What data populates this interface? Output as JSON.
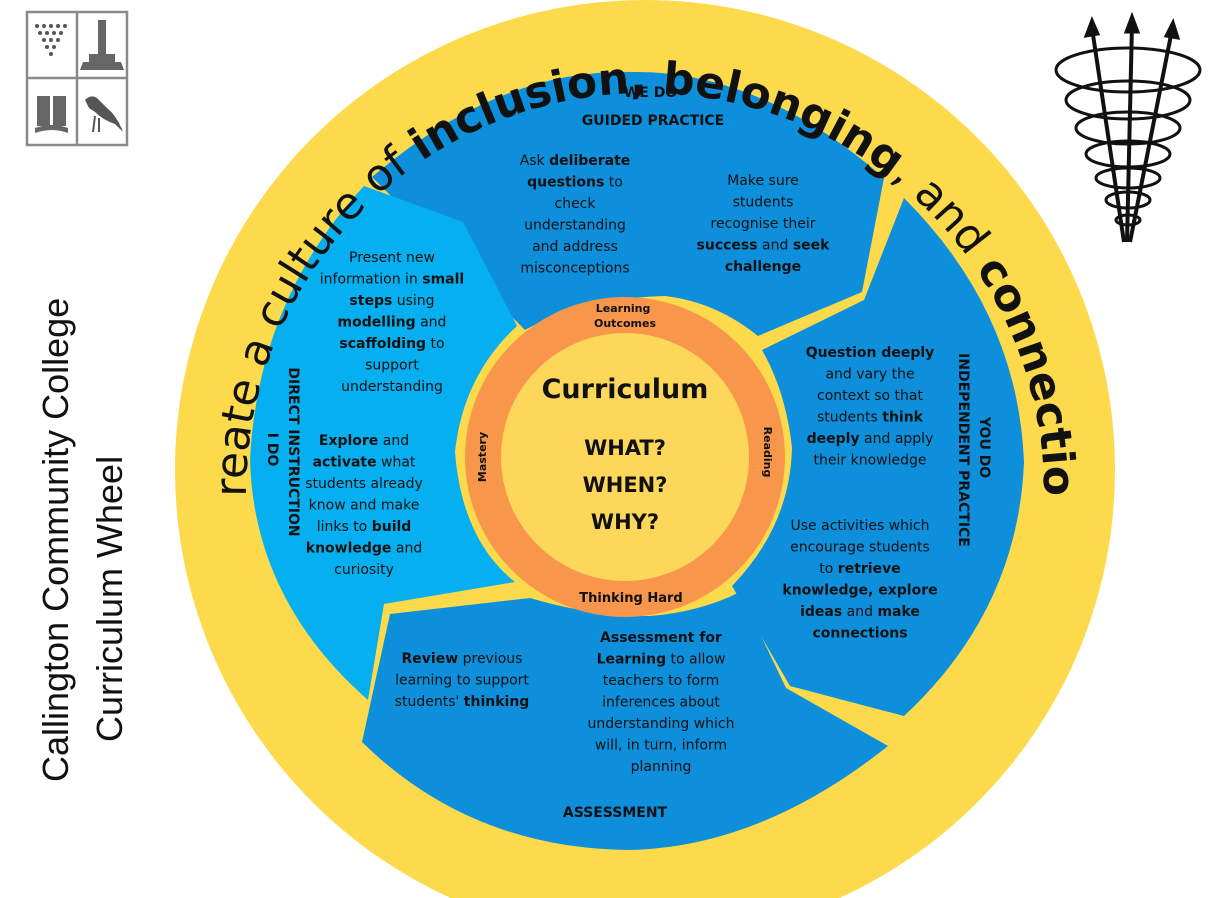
{
  "side_title": {
    "line1": "Callington Community College",
    "line2": "Curriculum Wheel"
  },
  "ring_text": [
    {
      "text": "Create a culture of ",
      "weight": "light"
    },
    {
      "text": "inclusion, belonging",
      "weight": "bold"
    },
    {
      "text": ", and ",
      "weight": "light"
    },
    {
      "text": "connection",
      "weight": "bold"
    }
  ],
  "segments": {
    "we_do": {
      "heading": [
        "WE DO",
        "GUIDED PRACTICE"
      ],
      "col1": [
        [
          {
            "t": "Ask "
          },
          {
            "t": "deliberate",
            "b": true
          }
        ],
        [
          {
            "t": "questions",
            "b": true
          },
          {
            "t": " to"
          }
        ],
        [
          {
            "t": "check"
          }
        ],
        [
          {
            "t": "understanding"
          }
        ],
        [
          {
            "t": "and address"
          }
        ],
        [
          {
            "t": "misconceptions"
          }
        ]
      ],
      "col2": [
        [
          {
            "t": "Make sure"
          }
        ],
        [
          {
            "t": "students"
          }
        ],
        [
          {
            "t": "recognise their"
          }
        ],
        [
          {
            "t": "success",
            "b": true
          },
          {
            "t": " and "
          },
          {
            "t": "seek",
            "b": true
          }
        ],
        [
          {
            "t": "challenge",
            "b": true
          }
        ]
      ]
    },
    "i_do": {
      "heading": [
        "I DO",
        "DIRECT INSTRUCTION"
      ],
      "block1": [
        [
          {
            "t": "Present new"
          }
        ],
        [
          {
            "t": "information in "
          },
          {
            "t": "small",
            "b": true
          }
        ],
        [
          {
            "t": "steps",
            "b": true
          },
          {
            "t": " using"
          }
        ],
        [
          {
            "t": "modelling",
            "b": true
          },
          {
            "t": " and"
          }
        ],
        [
          {
            "t": "scaffolding",
            "b": true
          },
          {
            "t": " to"
          }
        ],
        [
          {
            "t": "support"
          }
        ],
        [
          {
            "t": "understanding"
          }
        ]
      ],
      "block2": [
        [
          {
            "t": "Explore",
            "b": true
          },
          {
            "t": " and"
          }
        ],
        [
          {
            "t": "activate",
            "b": true
          },
          {
            "t": " what"
          }
        ],
        [
          {
            "t": "students already"
          }
        ],
        [
          {
            "t": "know and make"
          }
        ],
        [
          {
            "t": "links to "
          },
          {
            "t": "build",
            "b": true
          }
        ],
        [
          {
            "t": "knowledge",
            "b": true
          },
          {
            "t": " and"
          }
        ],
        [
          {
            "t": "curiosity"
          }
        ]
      ]
    },
    "you_do": {
      "heading": [
        "YOU DO",
        "INDEPENDENT PRACTICE"
      ],
      "block1": [
        [
          {
            "t": "Question deeply",
            "b": true
          }
        ],
        [
          {
            "t": "and vary the"
          }
        ],
        [
          {
            "t": "context so that"
          }
        ],
        [
          {
            "t": "students "
          },
          {
            "t": "think",
            "b": true
          }
        ],
        [
          {
            "t": "deeply",
            "b": true
          },
          {
            "t": " and apply"
          }
        ],
        [
          {
            "t": "their knowledge"
          }
        ]
      ],
      "block2": [
        [
          {
            "t": "Use activities which"
          }
        ],
        [
          {
            "t": "encourage students"
          }
        ],
        [
          {
            "t": "to "
          },
          {
            "t": "retrieve",
            "b": true
          }
        ],
        [
          {
            "t": "knowledge, explore",
            "b": true
          }
        ],
        [
          {
            "t": "ideas",
            "b": true
          },
          {
            "t": " and "
          },
          {
            "t": "make",
            "b": true
          }
        ],
        [
          {
            "t": "connections",
            "b": true
          }
        ]
      ]
    },
    "assessment": {
      "heading": "ASSESSMENT",
      "block1": [
        [
          {
            "t": "Review",
            "b": true
          },
          {
            "t": " previous"
          }
        ],
        [
          {
            "t": "learning to support"
          }
        ],
        [
          {
            "t": "students' "
          },
          {
            "t": "thinking",
            "b": true
          }
        ]
      ],
      "block2": [
        [
          {
            "t": "Assessment for",
            "b": true
          }
        ],
        [
          {
            "t": "Learning",
            "b": true
          },
          {
            "t": "  to allow"
          }
        ],
        [
          {
            "t": "teachers to form"
          }
        ],
        [
          {
            "t": "inferences about"
          }
        ],
        [
          {
            "t": "understanding which"
          }
        ],
        [
          {
            "t": "will, in turn, inform"
          }
        ],
        [
          {
            "t": "planning"
          }
        ]
      ]
    }
  },
  "orange_ring": {
    "top": [
      "Learning",
      "Outcomes"
    ],
    "left": "Mastery",
    "right": "Reading",
    "bottom": "Thinking Hard"
  },
  "center": {
    "title": "Curriculum",
    "questions": [
      "WHAT?",
      "WHEN?",
      "WHY?"
    ]
  },
  "colors": {
    "yellow": "#FDDA4C",
    "blue_dark": "#0D8FDB",
    "blue_light": "#06B0F0",
    "orange": "#F8964B",
    "center": "#FDD75A",
    "logo_border": "#8a8a8a"
  },
  "icons": {
    "logo": "school-crest-icon",
    "spiral": "spiral-arrows-icon"
  }
}
